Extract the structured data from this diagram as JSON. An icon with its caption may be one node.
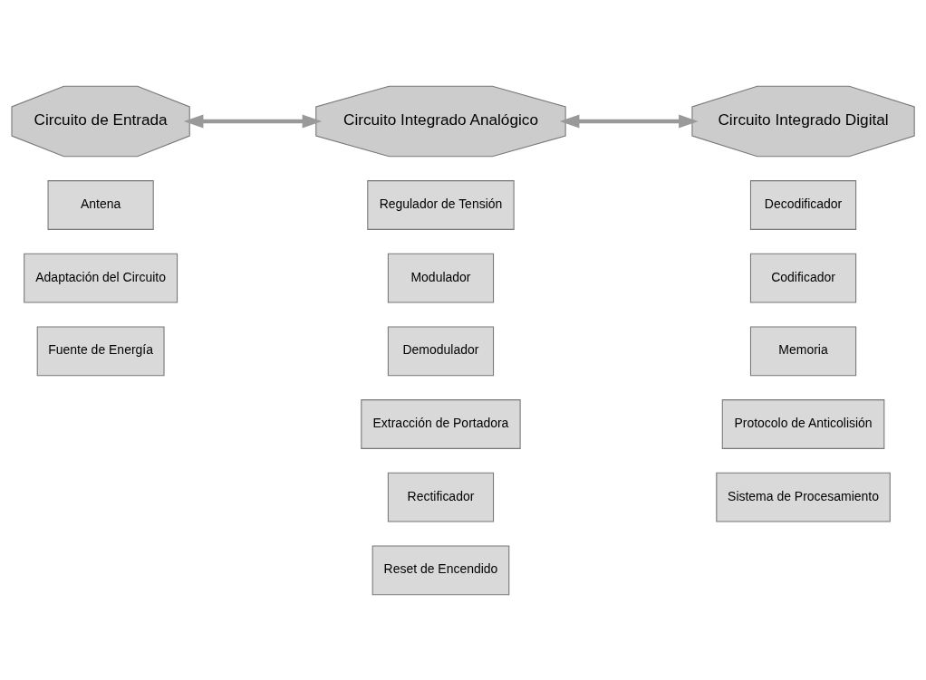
{
  "diagram": {
    "nodes": [
      {
        "text": [
          "Circuito de Entrada"
        ]
      },
      {
        "text": [
          "Circuito Integrado Analógico"
        ]
      },
      {
        "text": [
          "Circuito Integrado Digital"
        ]
      },
      {
        "text": [
          "Antena"
        ]
      },
      {
        "text": [
          "Adaptación del Circuito"
        ]
      },
      {
        "text": [
          "Fuente de Energía"
        ]
      },
      {
        "text": [
          "Regulador de Tensión"
        ]
      },
      {
        "text": [
          "Modulador"
        ]
      },
      {
        "text": [
          "Demodulador"
        ]
      },
      {
        "text": [
          "Extracción de Portadora"
        ]
      },
      {
        "text": [
          "Rectificador"
        ]
      },
      {
        "text": [
          "Reset de Encendido"
        ]
      },
      {
        "text": [
          "Decodificador"
        ]
      },
      {
        "text": [
          "Codificador"
        ]
      },
      {
        "text": [
          "Memoria"
        ]
      },
      {
        "text": [
          "Protocolo de Anticolisión"
        ]
      },
      {
        "text": [
          "Sistema de Procesamiento"
        ]
      }
    ],
    "edges": [
      {
        "from": 0,
        "to": 1,
        "arrow": "both"
      },
      {
        "from": 1,
        "to": 2,
        "arrow": "both"
      }
    ]
  }
}
